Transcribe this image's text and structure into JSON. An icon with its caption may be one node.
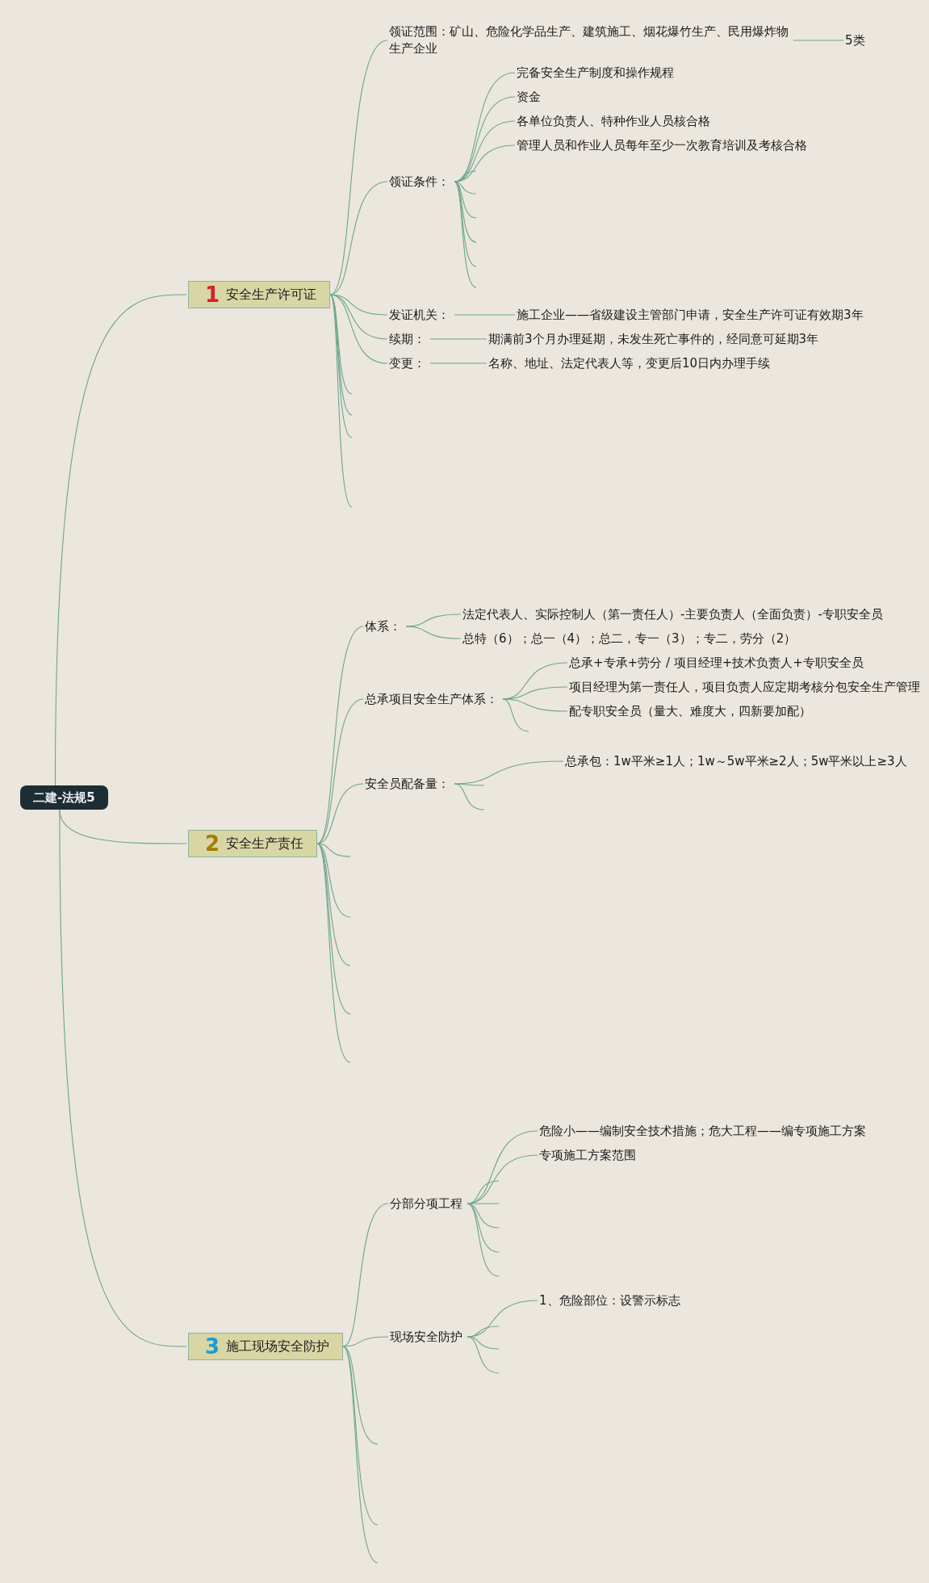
{
  "diagram": {
    "nodes": [
      {
        "text": [
          "二建-法规5"
        ]
      },
      {
        "text": [
          "1",
          "安全生产许可证"
        ]
      },
      {
        "text": [
          "领证范围：矿山、危险化学品生产、建筑施工、烟花爆竹生产、民用爆炸物生产企业"
        ]
      },
      {
        "text": [
          "5类"
        ]
      },
      {
        "text": [
          "领证条件："
        ]
      },
      {
        "text": [
          "完备安全生产制度和操作规程"
        ]
      },
      {
        "text": [
          "资金"
        ]
      },
      {
        "text": [
          "各单位负责人、特种作业人员核合格"
        ]
      },
      {
        "text": [
          "管理人员和作业人员每年至少一次教育培训及考核合格"
        ]
      },
      {
        "text": [
          "发证机关："
        ]
      },
      {
        "text": [
          "施工企业——省级建设主管部门申请，安全生产许可证有效期3年"
        ]
      },
      {
        "text": [
          "续期："
        ]
      },
      {
        "text": [
          "期满前3个月办理延期，未发生死亡事件的，经同意可延期3年"
        ]
      },
      {
        "text": [
          "变更："
        ]
      },
      {
        "text": [
          "名称、地址、法定代表人等，变更后10日内办理手续"
        ]
      },
      {
        "text": [
          "2",
          "安全生产责任"
        ]
      },
      {
        "text": [
          "体系："
        ]
      },
      {
        "text": [
          "法定代表人、实际控制人（第一责任人）-主要负责人（全面负责）-专职安全员"
        ]
      },
      {
        "text": [
          "总特（6）；总一（4）；总二，专一（3）；专二，劳分（2）"
        ]
      },
      {
        "text": [
          "总承项目安全生产体系："
        ]
      },
      {
        "text": [
          "总承+专承+劳分 / 项目经理+技术负责人+专职安全员"
        ]
      },
      {
        "text": [
          "项目经理为第一责任人，项目负责人应定期考核分包安全生产管理"
        ]
      },
      {
        "text": [
          "配专职安全员（量大、难度大，四新要加配）"
        ]
      },
      {
        "text": [
          "安全员配备量："
        ]
      },
      {
        "text": [
          "总承包：1w平米≥1人；1w～5w平米≥2人；5w平米以上≥3人"
        ]
      },
      {
        "text": [
          "3",
          "施工现场安全防护"
        ]
      },
      {
        "text": [
          "分部分项工程"
        ]
      },
      {
        "text": [
          "危险小——编制安全技术措施；危大工程——编专项施工方案"
        ]
      },
      {
        "text": [
          "专项施工方案范围"
        ]
      },
      {
        "text": [
          "现场安全防护"
        ]
      },
      {
        "text": [
          "1、危险部位：设警示标志"
        ]
      }
    ],
    "edges": [
      {
        "from": 0,
        "to": 1,
        "arrow": "none"
      },
      {
        "from": 0,
        "to": 15,
        "arrow": "none"
      },
      {
        "from": 0,
        "to": 25,
        "arrow": "none"
      },
      {
        "from": 1,
        "to": 2,
        "arrow": "none"
      },
      {
        "from": 2,
        "to": 3,
        "arrow": "none"
      },
      {
        "from": 1,
        "to": 4,
        "arrow": "none"
      },
      {
        "from": 4,
        "to": 5,
        "arrow": "none"
      },
      {
        "from": 4,
        "to": 6,
        "arrow": "none"
      },
      {
        "from": 4,
        "to": 7,
        "arrow": "none"
      },
      {
        "from": 4,
        "to": 8,
        "arrow": "none"
      },
      {
        "from": 4,
        "to": null,
        "arrow": "none"
      },
      {
        "from": 4,
        "to": null,
        "arrow": "none"
      },
      {
        "from": 4,
        "to": null,
        "arrow": "none"
      },
      {
        "from": 4,
        "to": null,
        "arrow": "none"
      },
      {
        "from": 4,
        "to": null,
        "arrow": "none"
      },
      {
        "from": 4,
        "to": null,
        "arrow": "none"
      },
      {
        "from": 1,
        "to": 9,
        "arrow": "none"
      },
      {
        "from": 9,
        "to": 10,
        "arrow": "none"
      },
      {
        "from": 1,
        "to": 11,
        "arrow": "none"
      },
      {
        "from": 11,
        "to": 12,
        "arrow": "none"
      },
      {
        "from": 1,
        "to": 13,
        "arrow": "none"
      },
      {
        "from": 13,
        "to": 14,
        "arrow": "none"
      },
      {
        "from": 1,
        "to": null,
        "arrow": "none"
      },
      {
        "from": 1,
        "to": null,
        "arrow": "none"
      },
      {
        "from": 1,
        "to": null,
        "arrow": "none"
      },
      {
        "from": 1,
        "to": null,
        "arrow": "none"
      },
      {
        "from": 15,
        "to": 16,
        "arrow": "none"
      },
      {
        "from": 16,
        "to": 17,
        "arrow": "none"
      },
      {
        "from": 16,
        "to": 18,
        "arrow": "none"
      },
      {
        "from": 15,
        "to": 19,
        "arrow": "none"
      },
      {
        "from": 19,
        "to": 20,
        "arrow": "none"
      },
      {
        "from": 19,
        "to": 21,
        "arrow": "none"
      },
      {
        "from": 19,
        "to": 22,
        "arrow": "none"
      },
      {
        "from": 19,
        "to": null,
        "arrow": "none"
      },
      {
        "from": 15,
        "to": 23,
        "arrow": "none"
      },
      {
        "from": 23,
        "to": 24,
        "arrow": "none"
      },
      {
        "from": 23,
        "to": null,
        "arrow": "none"
      },
      {
        "from": 23,
        "to": null,
        "arrow": "none"
      },
      {
        "from": 15,
        "to": null,
        "arrow": "none"
      },
      {
        "from": 15,
        "to": null,
        "arrow": "none"
      },
      {
        "from": 15,
        "to": null,
        "arrow": "none"
      },
      {
        "from": 15,
        "to": null,
        "arrow": "none"
      },
      {
        "from": 15,
        "to": null,
        "arrow": "none"
      },
      {
        "from": 25,
        "to": 26,
        "arrow": "none"
      },
      {
        "from": 26,
        "to": 27,
        "arrow": "none"
      },
      {
        "from": 26,
        "to": 28,
        "arrow": "none"
      },
      {
        "from": 26,
        "to": null,
        "arrow": "none"
      },
      {
        "from": 26,
        "to": null,
        "arrow": "none"
      },
      {
        "from": 26,
        "to": null,
        "arrow": "none"
      },
      {
        "from": 26,
        "to": null,
        "arrow": "none"
      },
      {
        "from": 26,
        "to": null,
        "arrow": "none"
      },
      {
        "from": 25,
        "to": 29,
        "arrow": "none"
      },
      {
        "from": 29,
        "to": 30,
        "arrow": "none"
      },
      {
        "from": 29,
        "to": null,
        "arrow": "none"
      },
      {
        "from": 29,
        "to": null,
        "arrow": "none"
      },
      {
        "from": 29,
        "to": null,
        "arrow": "none"
      },
      {
        "from": 25,
        "to": null,
        "arrow": "none"
      },
      {
        "from": 25,
        "to": null,
        "arrow": "none"
      },
      {
        "from": 25,
        "to": null,
        "arrow": "none"
      }
    ]
  }
}
